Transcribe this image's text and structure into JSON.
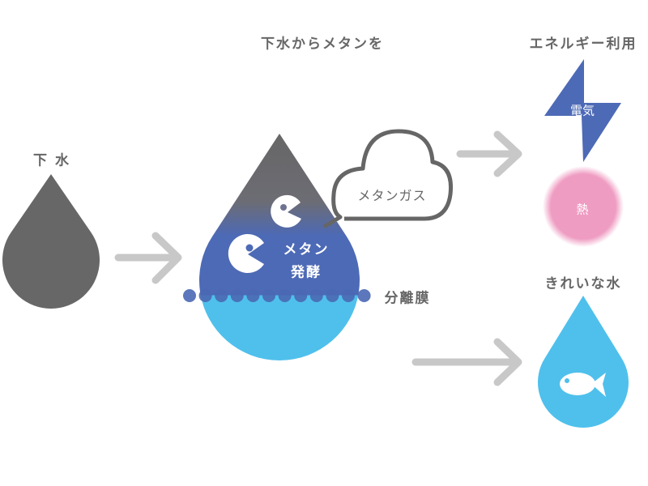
{
  "labels": {
    "sewage": "下 水",
    "process_title": "下水からメタンを",
    "energy_title": "エネルギー利用",
    "methane_gas": "メタンガス",
    "fermentation_line1": "メタン",
    "fermentation_line2": "発酵",
    "membrane": "分離膜",
    "electricity": "電気",
    "heat": "熱",
    "clean_water": "きれいな水"
  },
  "colors": {
    "sewage_gray": "#676767",
    "methane_blue": "#4d6ab6",
    "water_blue": "#4fc0ec",
    "arrow_gray": "#c8c8c8",
    "heat_pink": "#ef9cc2",
    "membrane_dot": "#4a68b4"
  }
}
